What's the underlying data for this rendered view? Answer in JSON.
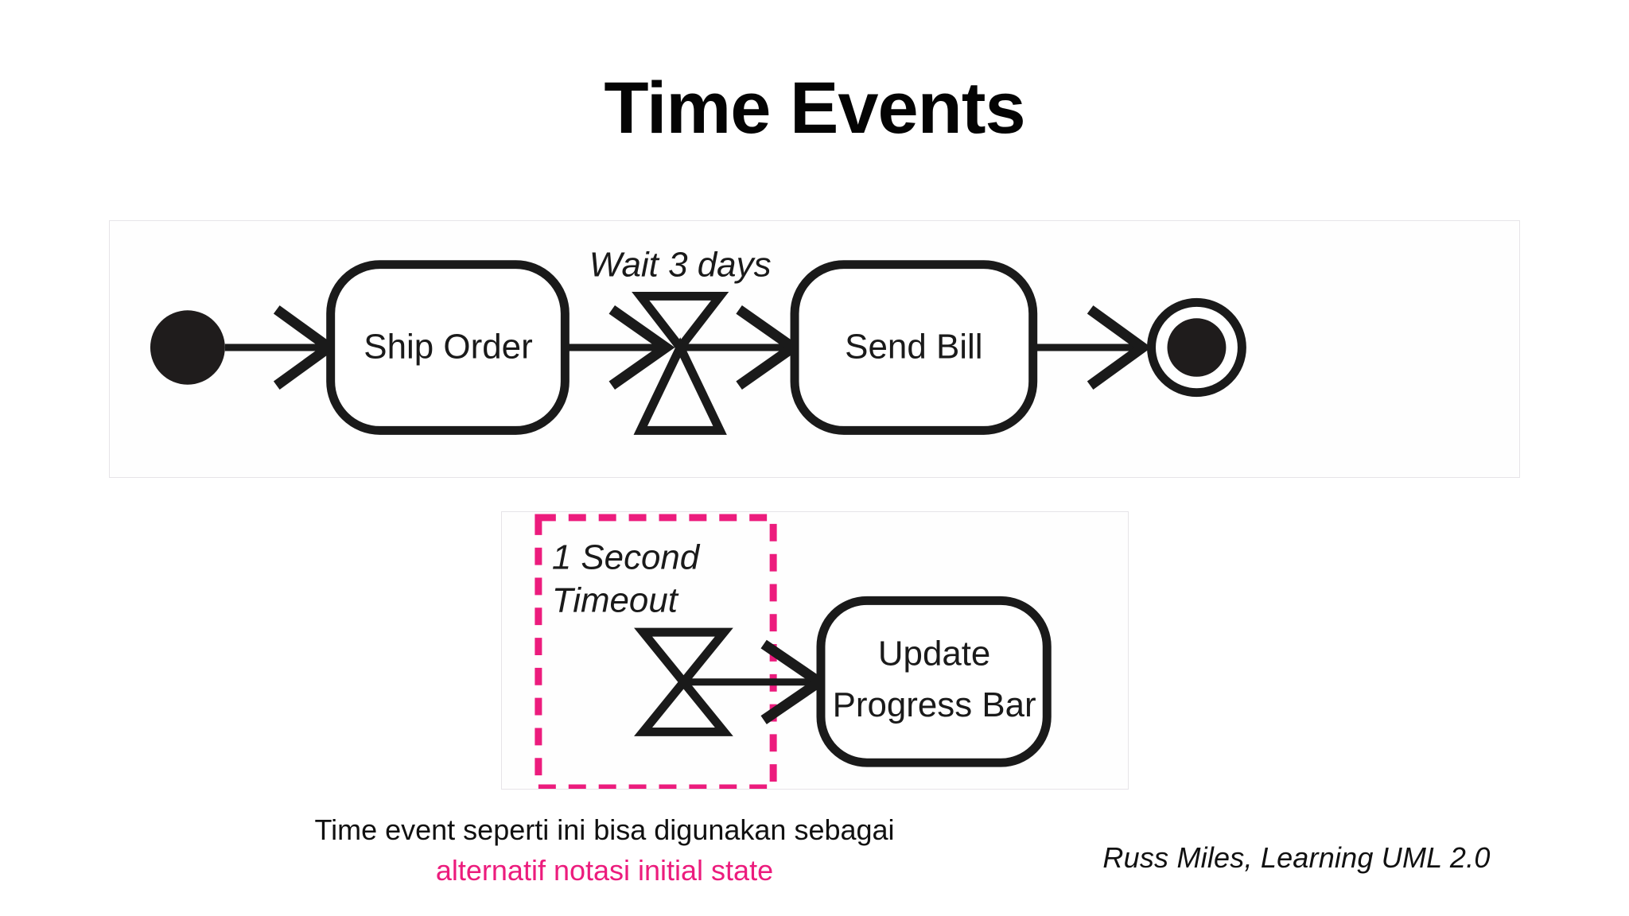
{
  "slide": {
    "title": "Time Events",
    "background_color": "#ffffff",
    "accent_color": "#ec1c7d",
    "ink_color": "#1a1a1a"
  },
  "figures": [
    {
      "id": "figure-top",
      "name": "order-processing-activity-diagram",
      "frame_color": "#e6e4e8",
      "nodes": [
        {
          "type": "initial-state",
          "label": ""
        },
        {
          "type": "action",
          "label": "Ship Order"
        },
        {
          "type": "time-event",
          "label": "Wait 3 days"
        },
        {
          "type": "action",
          "label": "Send Bill"
        },
        {
          "type": "final-state",
          "label": ""
        }
      ],
      "flow_order": [
        "initial-state",
        "Ship Order",
        "Wait 3 days",
        "Send Bill",
        "final-state"
      ]
    },
    {
      "id": "figure-bottom",
      "name": "timeout-initial-state-diagram",
      "frame_color": "#e6e4e8",
      "highlight": {
        "style": "dashed",
        "color": "#ec1c7d",
        "encloses": "1 Second Timeout"
      },
      "nodes": [
        {
          "type": "time-event",
          "label_line1": "1 Second",
          "label_line2": "Timeout"
        },
        {
          "type": "action",
          "label_line1": "Update",
          "label_line2": "Progress Bar"
        }
      ]
    }
  ],
  "caption": {
    "plain_prefix": "Time event seperti ini bisa digunakan sebagai ",
    "highlight": "alternatif notasi initial state",
    "highlight_color": "#ec1c7d"
  },
  "attribution": {
    "text": "Russ Miles, Learning UML 2.0"
  }
}
